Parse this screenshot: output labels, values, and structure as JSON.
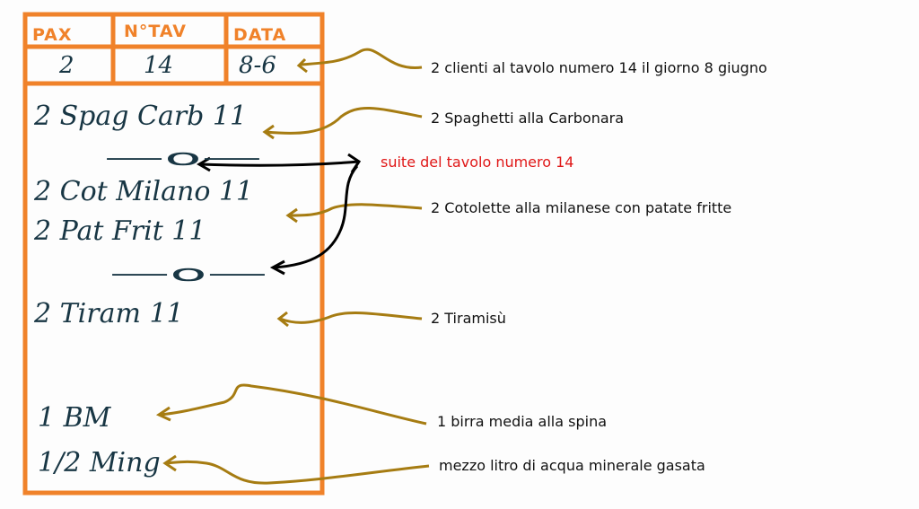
{
  "colors": {
    "ticket_border": "#f0822a",
    "ink": "#183644",
    "arrow": "#a67c12",
    "highlight": "#e01818"
  },
  "ticket": {
    "headers": [
      "PAX",
      "N°TAV",
      "DATA"
    ],
    "values": [
      "2",
      "14",
      "8-6"
    ],
    "lines": [
      "2 Spag Carb 11",
      "—o—",
      "2 Cot Milano 11",
      "2 Pat Frit 11",
      "—o—",
      "2 Tiram 11",
      "1 BM",
      "1/2 Ming"
    ]
  },
  "annotations": [
    "2 clienti al tavolo numero 14 il giorno 8 giugno",
    "2 Spaghetti alla Carbonara",
    "suite del tavolo numero 14",
    "2 Cotolette alla milanese con patate fritte",
    "2 Tiramisù",
    "1 birra media alla spina",
    "mezzo litro di acqua minerale gasata"
  ]
}
